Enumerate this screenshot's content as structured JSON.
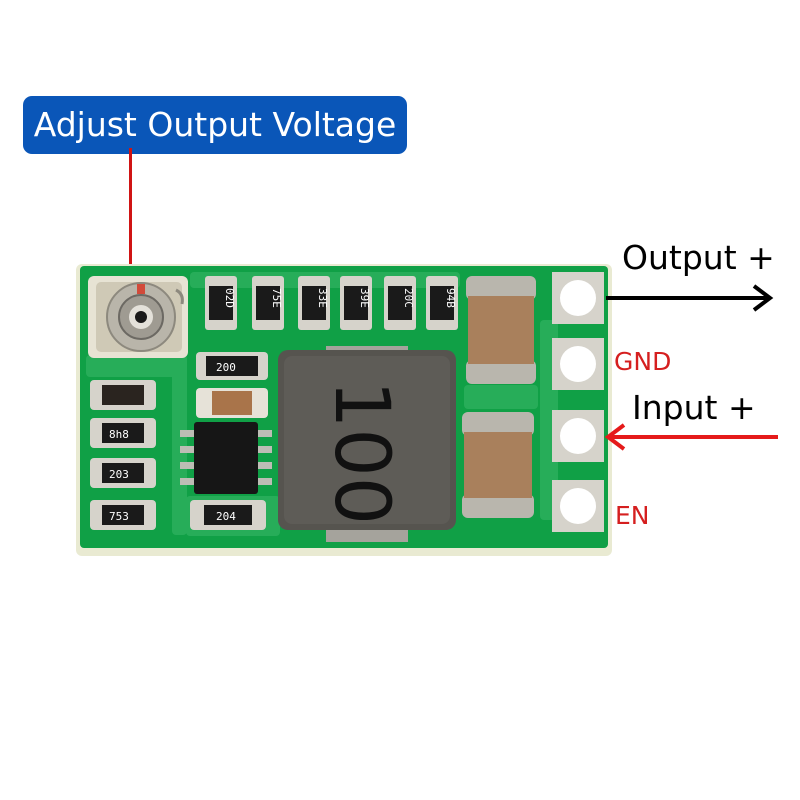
{
  "annotations": {
    "adjust_label": "Adjust Output Voltage",
    "output_label": "Output +",
    "gnd_label": "GND",
    "input_label": "Input +",
    "en_label": "EN"
  },
  "board": {
    "inductor_marking": "100",
    "resistor_markings": [
      "02D",
      "75E",
      "33E",
      "39E",
      "20C",
      "94B"
    ],
    "left_resistor_markings": [
      "8h8",
      "203",
      "753"
    ],
    "lower_resistor_markings": [
      "200",
      "204"
    ]
  },
  "colors": {
    "callout_bg": "#0a56b8",
    "pcb_green": "#10a046",
    "pin_labels": "#d51f1f",
    "input_arrow": "#e51a1a",
    "output_arrow": "#000000"
  }
}
